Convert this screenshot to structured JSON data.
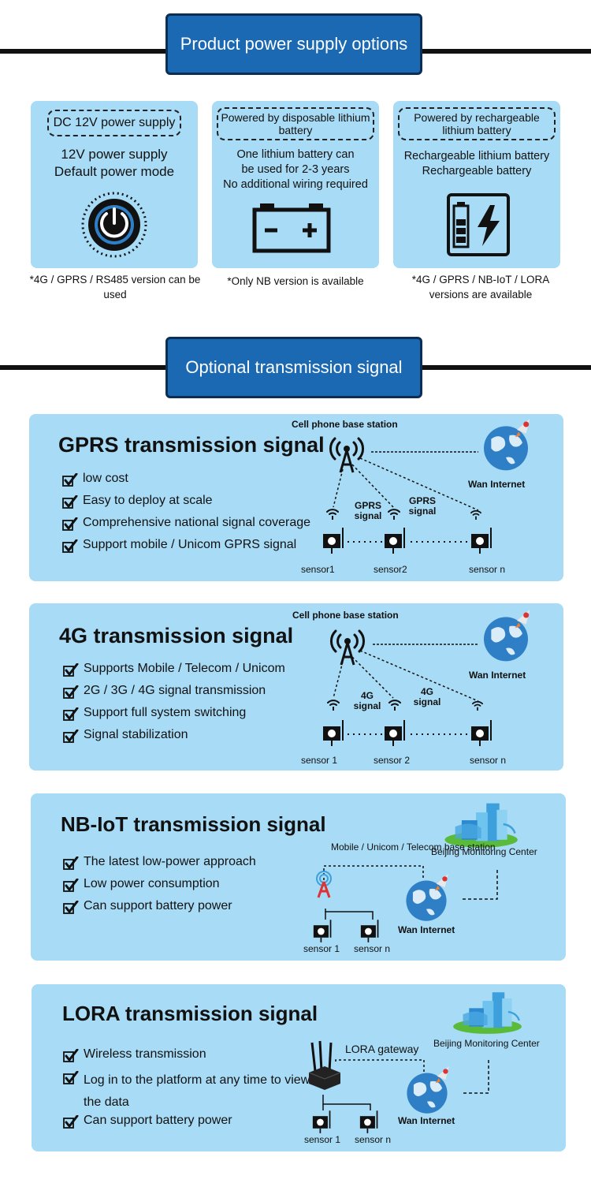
{
  "section1": {
    "title": "Product power supply options"
  },
  "power": [
    {
      "pill": "DC 12V power supply",
      "lines": [
        "12V power supply",
        "Default power mode"
      ],
      "icon": "power-icon",
      "note": "*4G / GPRS / RS485 version can be used"
    },
    {
      "pill": "Powered by disposable lithium battery",
      "lines": [
        "One lithium battery can",
        "be used for 2-3 years",
        "No additional wiring required"
      ],
      "icon": "battery-icon",
      "note": "*Only NB version is available"
    },
    {
      "pill": "Powered by rechargeable lithium battery",
      "lines": [
        "Rechargeable lithium battery",
        "Rechargeable battery"
      ],
      "icon": "rechargeable-battery-icon",
      "note": "*4G / GPRS / NB-IoT / LORA versions are available"
    }
  ],
  "section2": {
    "title": "Optional transmission signal"
  },
  "signals": {
    "gprs": {
      "title": "GPRS transmission signal",
      "features": [
        "low cost",
        "Easy to deploy at scale",
        "Comprehensive national signal coverage",
        "Support mobile / Unicom GPRS signal"
      ],
      "station": "Cell phone base station",
      "internet": "Wan Internet",
      "signal_label": "GPRS signal",
      "sensors": [
        "sensor1",
        "sensor2",
        "sensor n"
      ]
    },
    "g4": {
      "title": "4G transmission signal",
      "features": [
        "Supports Mobile / Telecom / Unicom",
        "2G / 3G / 4G signal transmission",
        "Support full system switching",
        "Signal stabilization"
      ],
      "station": "Cell phone base station",
      "internet": "Wan Internet",
      "signal_label": "4G signal",
      "sensors": [
        "sensor 1",
        "sensor 2",
        "sensor n"
      ]
    },
    "nbiot": {
      "title": "NB-IoT transmission signal",
      "features": [
        "The latest low-power approach",
        "Low power consumption",
        "Can support battery power"
      ],
      "station": "Mobile / Unicom / Telecom base station",
      "center": "Beijing Monitoring Center",
      "internet": "Wan Internet",
      "sensors": [
        "sensor 1",
        "sensor n"
      ]
    },
    "lora": {
      "title": "LORA transmission signal",
      "features": [
        "Wireless transmission",
        "Log in to the platform at any time to view the data",
        "Can support battery power"
      ],
      "gateway": "LORA gateway",
      "center": "Beijing Monitoring Center",
      "internet": "Wan Internet",
      "sensors": [
        "sensor 1",
        "sensor n"
      ]
    }
  },
  "colors": {
    "banner": "#1b68b3",
    "card": "#a8dbf5"
  }
}
